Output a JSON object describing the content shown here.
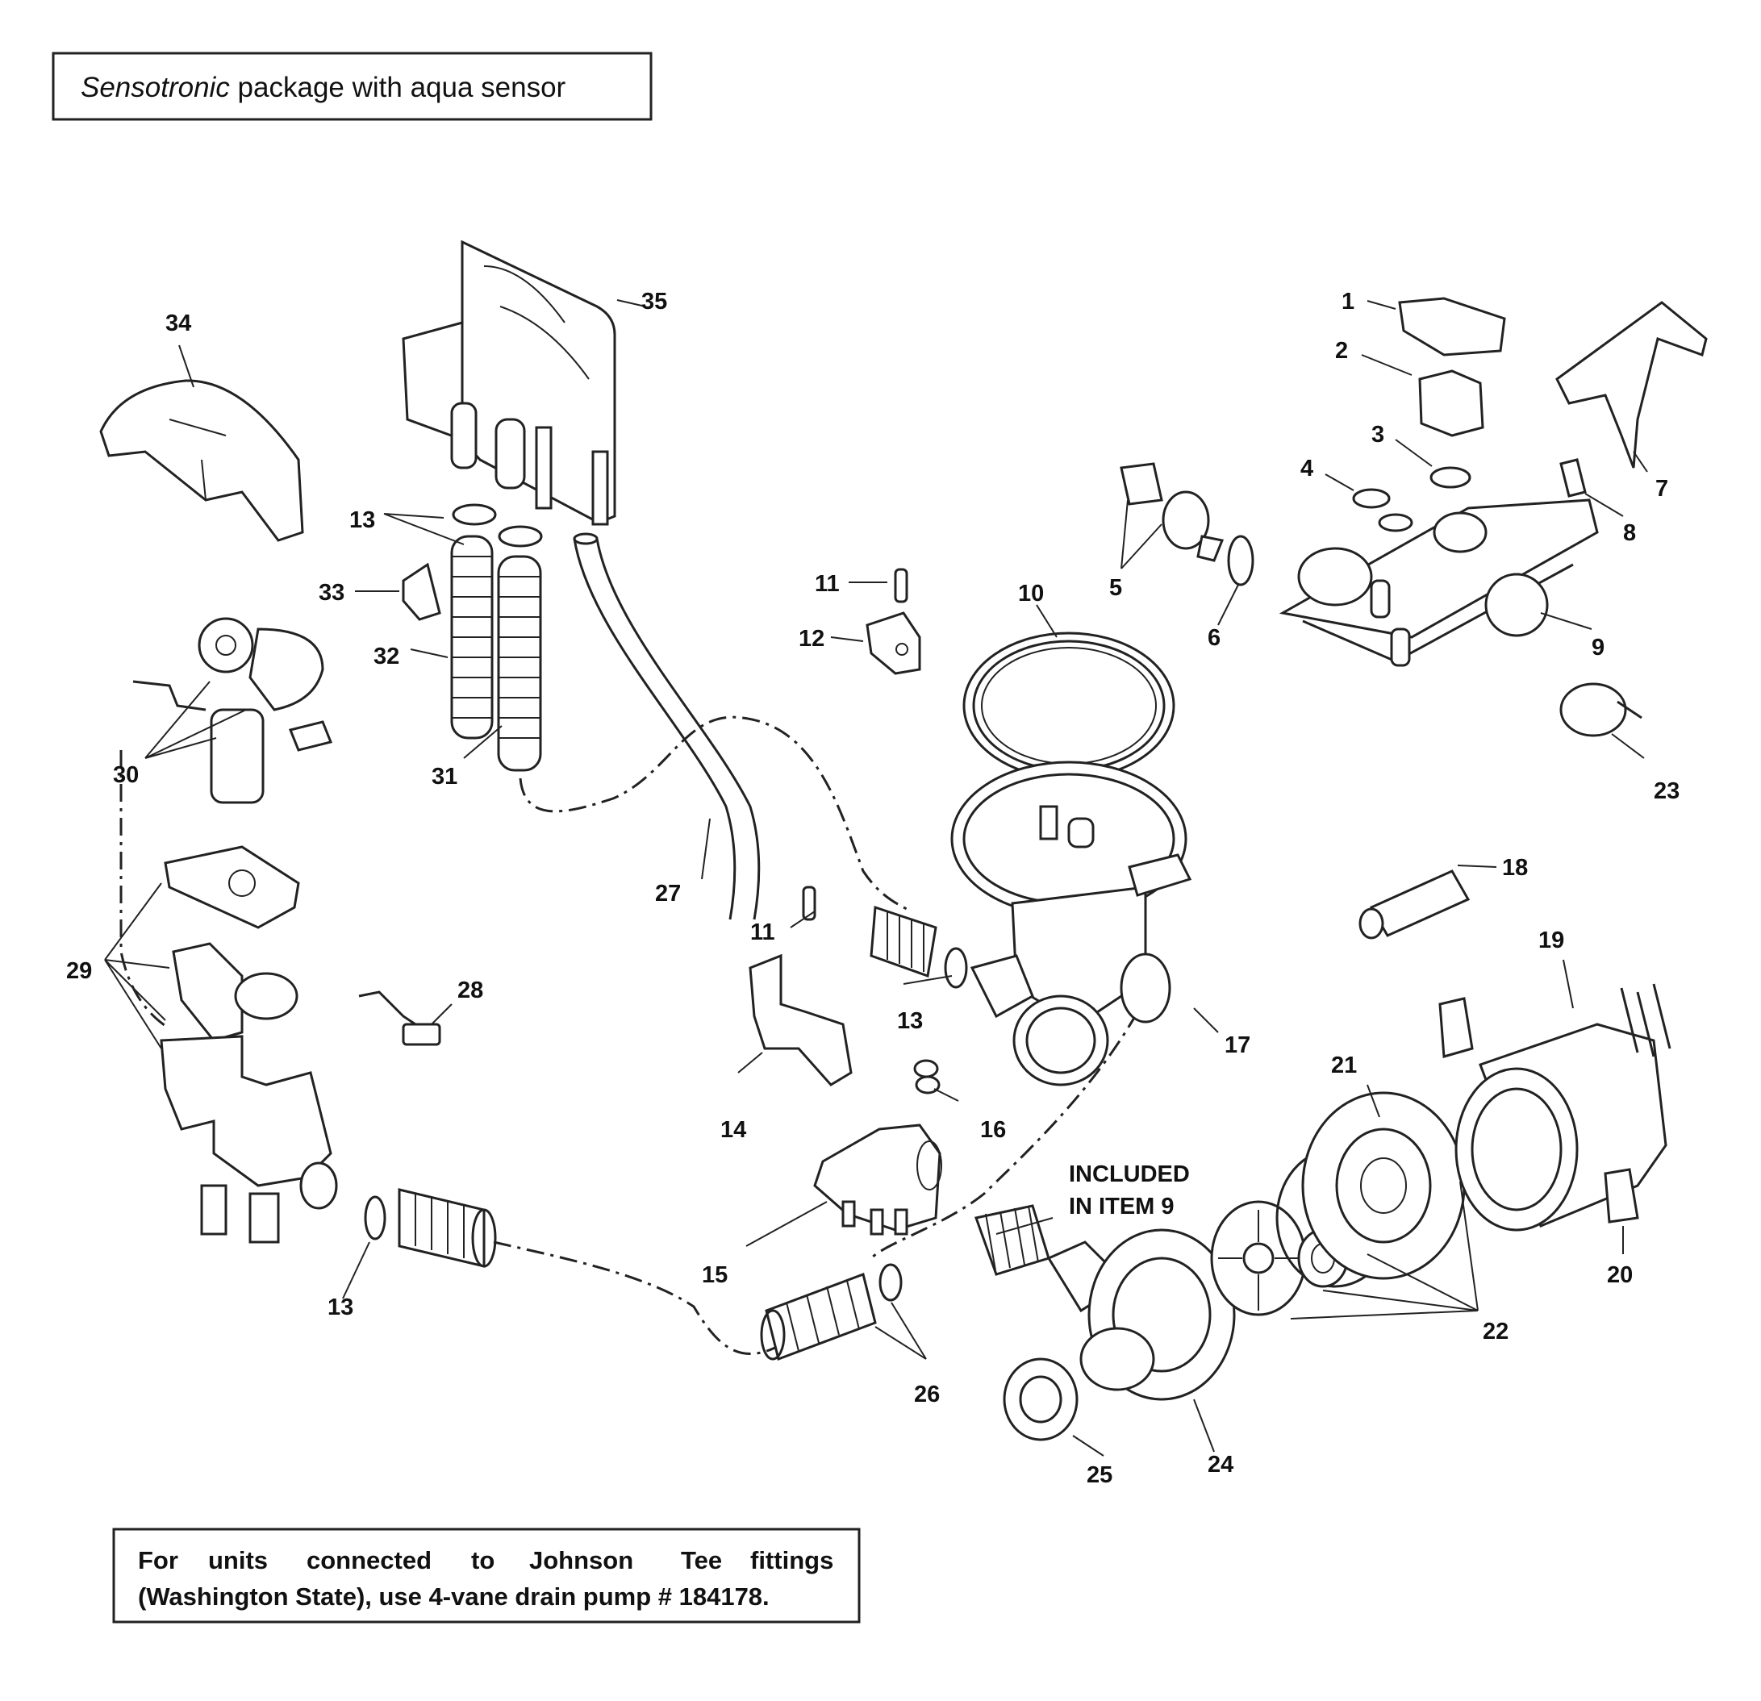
{
  "title": {
    "italic": "Sensotronic",
    "rest": " package with aqua sensor"
  },
  "note": {
    "line1": [
      "For",
      "units",
      "connected",
      "to",
      "Johnson",
      "Tee",
      "fittings"
    ],
    "line2": "(Washington State), use 4-vane drain pump # 184178."
  },
  "included_note": {
    "line1": "INCLUDED",
    "line2": "IN ITEM 9"
  },
  "callouts": {
    "c1": "1",
    "c2": "2",
    "c3": "3",
    "c4": "4",
    "c5": "5",
    "c6": "6",
    "c7": "7",
    "c8": "8",
    "c9": "9",
    "c10": "10",
    "c11a": "11",
    "c11b": "11",
    "c12": "12",
    "c13a": "13",
    "c13b": "13",
    "c13c": "13",
    "c14": "14",
    "c15": "15",
    "c16": "16",
    "c17": "17",
    "c18": "18",
    "c19": "19",
    "c20": "20",
    "c21": "21",
    "c22": "22",
    "c23": "23",
    "c24": "24",
    "c25": "25",
    "c26": "26",
    "c27": "27",
    "c28": "28",
    "c29": "29",
    "c30": "30",
    "c31": "31",
    "c32": "32",
    "c33": "33",
    "c34": "34",
    "c35": "35"
  }
}
